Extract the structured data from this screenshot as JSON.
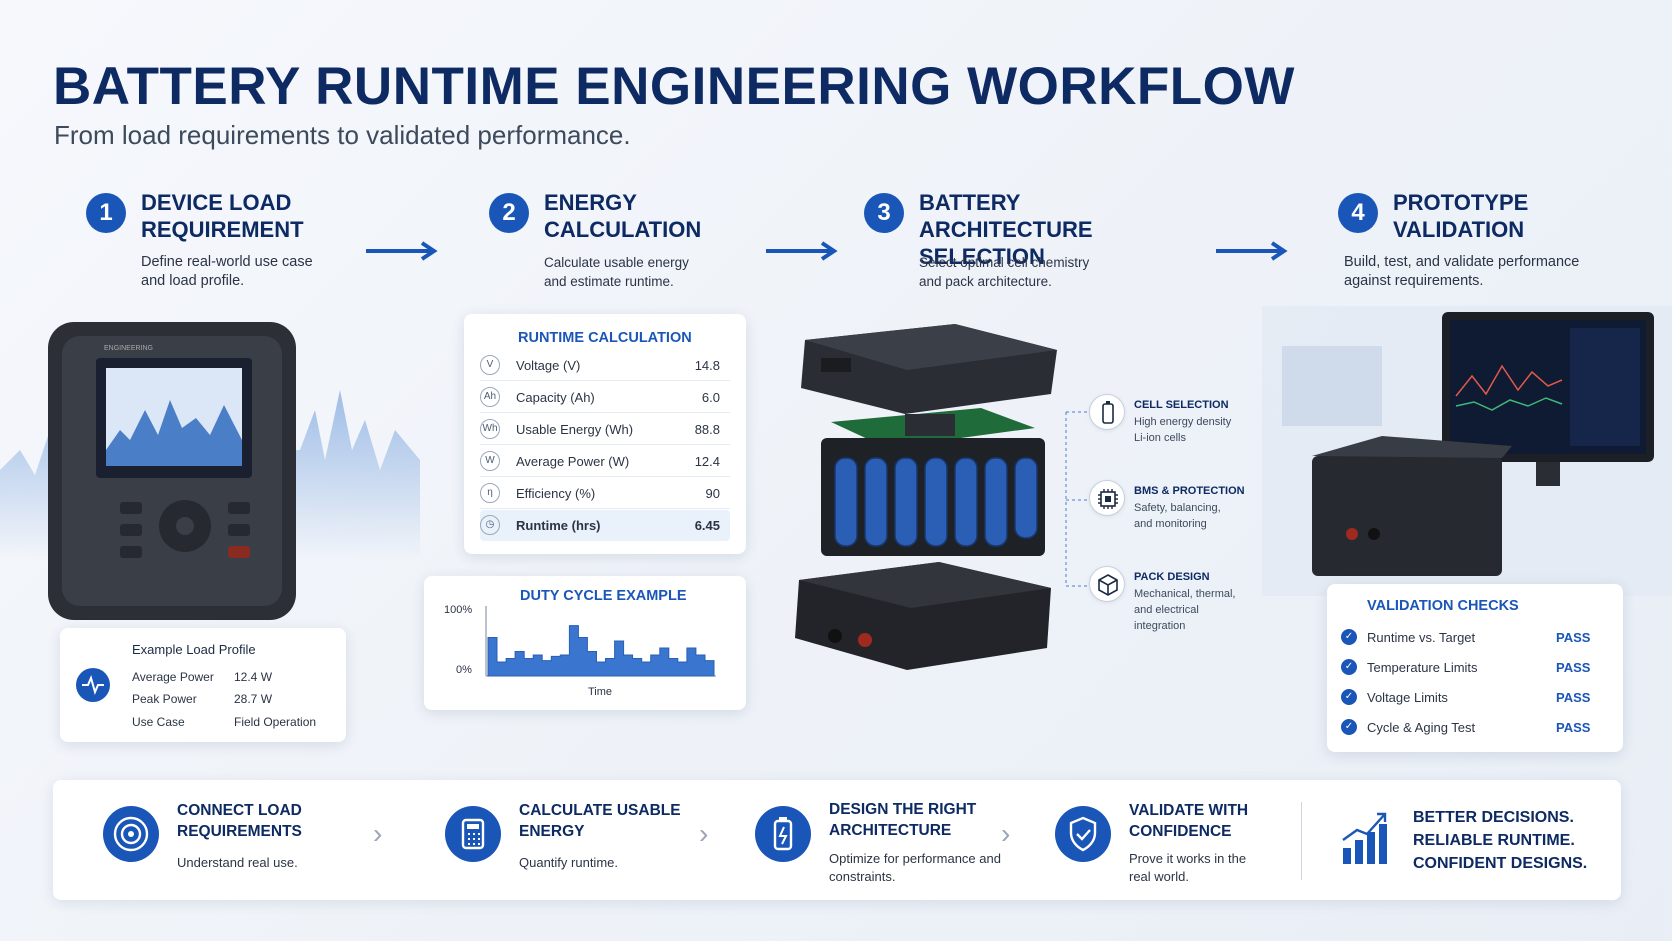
{
  "header": {
    "title": "BATTERY RUNTIME ENGINEERING WORKFLOW",
    "subtitle": "From load requirements to validated performance."
  },
  "steps": [
    {
      "num": "1",
      "title": "DEVICE LOAD REQUIREMENT",
      "desc": "Define real-world use case and load profile."
    },
    {
      "num": "2",
      "title": "ENERGY CALCULATION",
      "desc": "Calculate usable energy and estimate runtime."
    },
    {
      "num": "3",
      "title": "BATTERY ARCHITECTURE SELECTION",
      "desc": "Select optimal cell chemistry and pack architecture."
    },
    {
      "num": "4",
      "title": "PROTOTYPE VALIDATION",
      "desc": "Build, test, and validate performance against requirements."
    }
  ],
  "runtime_calc": {
    "title": "RUNTIME CALCULATION",
    "rows": [
      {
        "icon": "V",
        "label": "Voltage (V)",
        "value": "14.8"
      },
      {
        "icon": "Ah",
        "label": "Capacity (Ah)",
        "value": "6.0"
      },
      {
        "icon": "Wh",
        "label": "Usable Energy (Wh)",
        "value": "88.8"
      },
      {
        "icon": "W",
        "label": "Average Power (W)",
        "value": "12.4"
      },
      {
        "icon": "η",
        "label": "Efficiency (%)",
        "value": "90"
      },
      {
        "icon": "◷",
        "label": "Runtime (hrs)",
        "value": "6.45"
      }
    ]
  },
  "duty_cycle": {
    "title": "DUTY CYCLE EXAMPLE",
    "y_top": "100%",
    "y_bottom": "0%",
    "xlabel": "Time",
    "levels": [
      0.55,
      0.2,
      0.25,
      0.35,
      0.25,
      0.3,
      0.22,
      0.28,
      0.3,
      0.72,
      0.55,
      0.35,
      0.2,
      0.25,
      0.5,
      0.3,
      0.25,
      0.2,
      0.3,
      0.4,
      0.25,
      0.2,
      0.4,
      0.3,
      0.22
    ]
  },
  "load_profile": {
    "title": "Example Load Profile",
    "rows": [
      {
        "label": "Average Power",
        "value": "12.4 W"
      },
      {
        "label": "Peak Power",
        "value": "28.7 W"
      },
      {
        "label": "Use Case",
        "value": "Field Operation"
      }
    ]
  },
  "battery_details": [
    {
      "label": "CELL SELECTION",
      "desc": "High energy density Li-ion cells",
      "icon": "battery-cell-icon"
    },
    {
      "label": "BMS & PROTECTION",
      "desc": "Safety, balancing, and monitoring",
      "icon": "chip-icon"
    },
    {
      "label": "PACK DESIGN",
      "desc": "Mechanical, thermal, and electrical integration",
      "icon": "cube-icon"
    }
  ],
  "validation": {
    "title": "VALIDATION CHECKS",
    "rows": [
      {
        "label": "Runtime vs. Target",
        "status": "PASS"
      },
      {
        "label": "Temperature Limits",
        "status": "PASS"
      },
      {
        "label": "Voltage Limits",
        "status": "PASS"
      },
      {
        "label": "Cycle & Aging Test",
        "status": "PASS"
      }
    ]
  },
  "bottom": [
    {
      "title": "CONNECT LOAD REQUIREMENTS",
      "desc": "Understand real use.",
      "icon": "target-icon"
    },
    {
      "title": "CALCULATE USABLE ENERGY",
      "desc": "Quantify runtime.",
      "icon": "calculator-icon"
    },
    {
      "title": "DESIGN THE RIGHT ARCHITECTURE",
      "desc": "Optimize for performance and constraints.",
      "icon": "battery-icon"
    },
    {
      "title": "VALIDATE WITH CONFIDENCE",
      "desc": "Prove it works in the real world.",
      "icon": "shield-check-icon"
    }
  ],
  "tagline": [
    "BETTER DECISIONS.",
    "RELIABLE RUNTIME.",
    "CONFIDENT DESIGNS."
  ],
  "colors": {
    "primary": "#1a56b8",
    "dark": "#0d2a63",
    "accent": "#c0392b"
  }
}
